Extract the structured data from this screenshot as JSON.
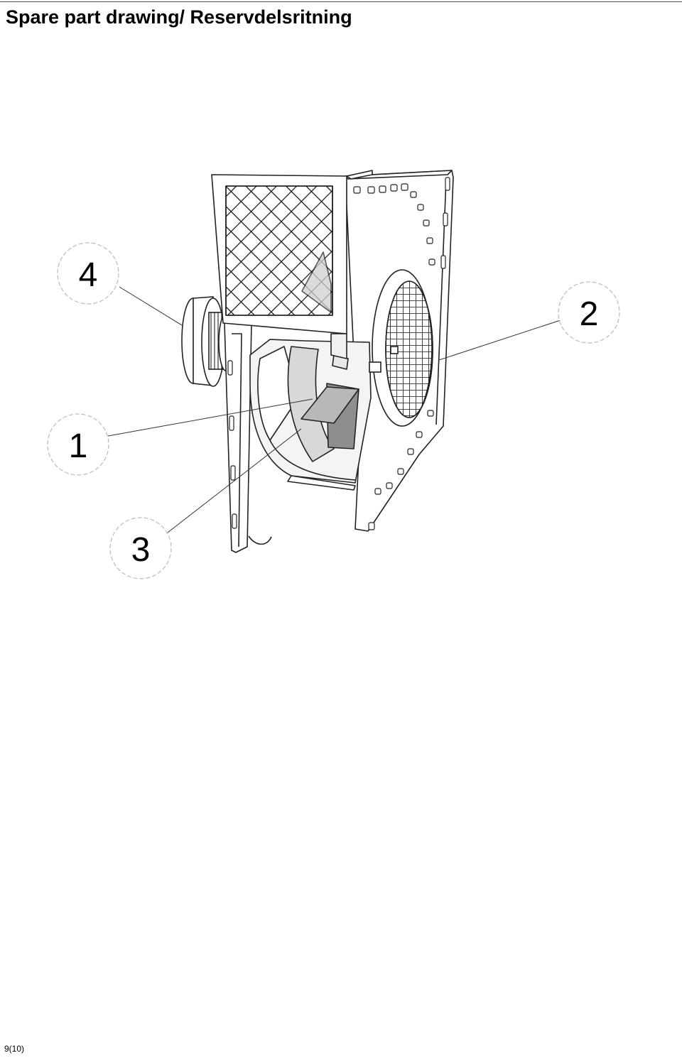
{
  "header": {
    "title": "Spare part drawing/ Reservdelsritning"
  },
  "callouts": [
    {
      "number": "4",
      "part": "motor"
    },
    {
      "number": "2",
      "part": "inlet-guard"
    },
    {
      "number": "1",
      "part": "impeller"
    },
    {
      "number": "3",
      "part": "housing-frame"
    }
  ],
  "footer": {
    "page_number": "9(10)"
  }
}
